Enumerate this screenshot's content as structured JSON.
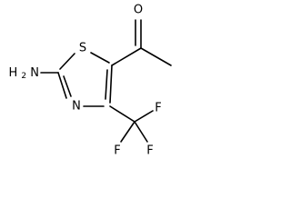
{
  "molecule": {
    "atoms": {
      "sulfur": "S",
      "nitrogen": "N",
      "oxygen": "O",
      "amino_h": "H",
      "amino_subscript": "2",
      "amino_n": "N",
      "fluorine_top": "F",
      "fluorine_left": "F",
      "fluorine_right": "F"
    }
  },
  "colors": {
    "bond": "#000000",
    "background": "#ffffff"
  }
}
